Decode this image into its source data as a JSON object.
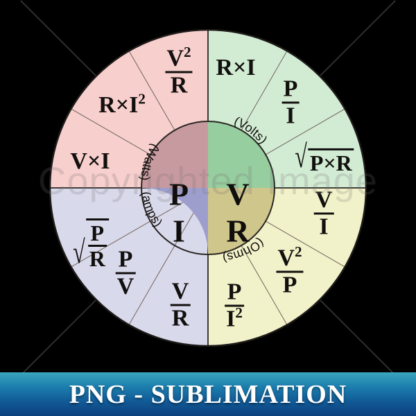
{
  "artwork": {
    "title": "Ohm's Law Formula Wheel",
    "background_color": "#000000"
  },
  "watermark": {
    "text": "Copyrighted Image"
  },
  "banner": {
    "text": "PNG - SUBLIMATION",
    "gradient_top": "#3ba5bd",
    "gradient_bottom": "#0d3f7e",
    "text_color": "#ffffff"
  },
  "wheel": {
    "outer_stroke": "#2b2724",
    "divider_stroke": "#6b5f58",
    "quadrants": [
      {
        "id": "power",
        "symbol": "P",
        "unit": "(Watts)",
        "hub_color": "#c79aa0",
        "sector_color": "#f7cfcd",
        "formulas": [
          "V × I",
          "R × I²",
          "V² / R"
        ]
      },
      {
        "id": "voltage",
        "symbol": "V",
        "unit": "(Volts)",
        "hub_color": "#96ce9f",
        "sector_color": "#d2ecd4",
        "formulas": [
          "R × I",
          "P / I",
          "√(P × R)"
        ]
      },
      {
        "id": "resistance",
        "symbol": "R",
        "unit": "(Ohms)",
        "hub_color": "#cfc68c",
        "sector_color": "#f2f2ca",
        "formulas": [
          "V / I",
          "V² / P",
          "P / I²"
        ]
      },
      {
        "id": "current",
        "symbol": "I",
        "unit": "(amps)",
        "hub_color": "#9e9ecd",
        "sector_color": "#d9d9ec",
        "formulas": [
          "√(P / R)",
          "P / V",
          "V / R"
        ]
      }
    ]
  },
  "labels": {
    "p_v_i": "V×I",
    "p_r_i2_num": "R×I",
    "p_r_i2_sup": "2",
    "p_v2_r_num": "V",
    "p_v2_r_sup": "2",
    "p_v2_r_den": "R",
    "v_r_i": "R×I",
    "v_p_i_num": "P",
    "v_p_i_den": "I",
    "v_sqrt_pr": "P×R",
    "r_v_i_num": "V",
    "r_v_i_den": "I",
    "r_v2_p_num": "V",
    "r_v2_p_sup": "2",
    "r_v2_p_den": "P",
    "r_p_i2_num": "P",
    "r_p_i2_den": "I",
    "r_p_i2_sup": "2",
    "i_sqrt_p_r_num": "P",
    "i_sqrt_p_r_den": "R",
    "i_p_v_num": "P",
    "i_p_v_den": "V",
    "i_v_r_num": "V",
    "i_v_r_den": "R",
    "radical_sign": "√",
    "hub_p": "P",
    "hub_v": "V",
    "hub_r": "R",
    "hub_i": "I",
    "unit_watts": "(Watts)",
    "unit_volts": "(Volts)",
    "unit_ohms": "(Ohms)",
    "unit_amps": "(amps)"
  }
}
